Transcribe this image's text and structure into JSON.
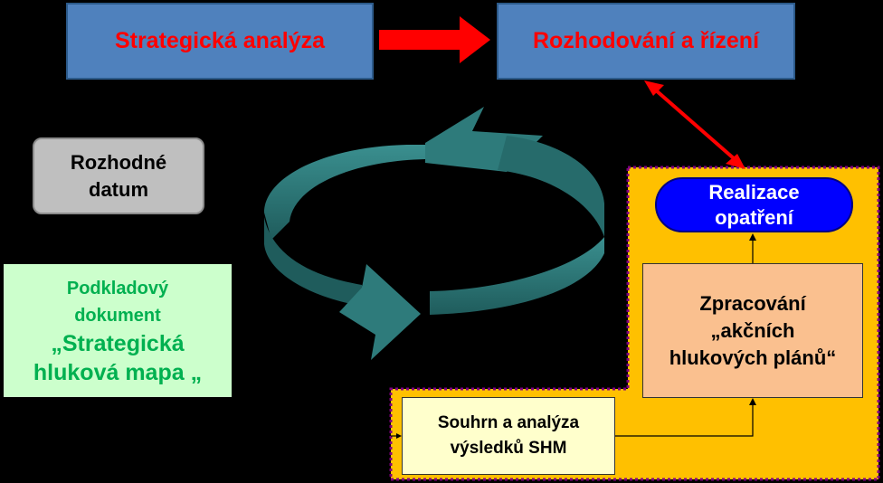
{
  "diagram": {
    "strategic_analysis": "Strategická analýza",
    "decision_control": "Rozhodování a řízení",
    "decision_date": [
      "Rozhodné",
      "datum"
    ],
    "source_document": [
      "Podkladový",
      "dokument",
      "„Strategická",
      "hluková mapa „"
    ],
    "realization": [
      "Realizace",
      "opatření"
    ],
    "action_plans": [
      "Zpracování",
      "„akčních",
      "hlukových plánů“"
    ],
    "summary": [
      "Souhrn a analýza",
      "výsledků SHM"
    ]
  },
  "colors": {
    "background": "#000000",
    "top_box": "#4f81bd",
    "top_text": "#ff0000",
    "cycle_arrow": "#2e7b7b",
    "yellow_panel": "#ffc000",
    "dashed_border": "#800080",
    "realization": "#0000ff",
    "action_plans": "#fac08f",
    "summary": "#ffffcc",
    "source_doc": "#ccffcc",
    "source_text": "#00b050"
  }
}
